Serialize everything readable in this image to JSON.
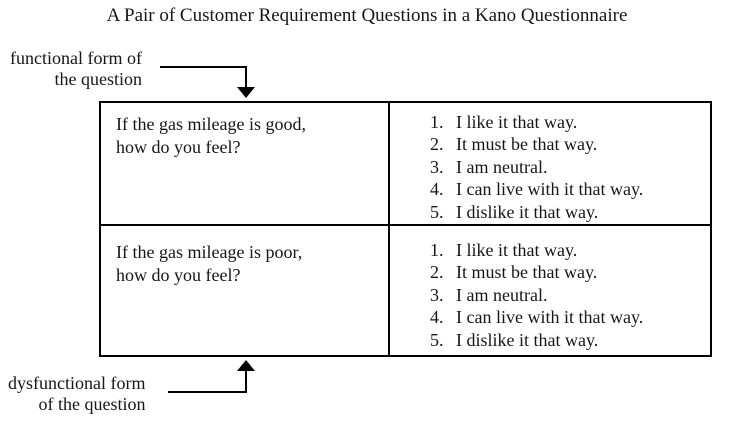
{
  "title": "A Pair of Customer Requirement Questions in a Kano Questionnaire",
  "annotations": {
    "functional": {
      "line1": "functional form of",
      "line2": "the question"
    },
    "dysfunctional": {
      "line1": "dysfunctional form",
      "line2": "of the question"
    }
  },
  "table": {
    "rows": [
      {
        "question_line1": "If the gas mileage is good,",
        "question_line2": "how do you feel?",
        "options": [
          {
            "num": "1.",
            "text": "I like it that way."
          },
          {
            "num": "2.",
            "text": "It must be that way."
          },
          {
            "num": "3.",
            "text": "I am neutral."
          },
          {
            "num": "4.",
            "text": "I can live with it that way."
          },
          {
            "num": "5.",
            "text": "I dislike it that way."
          }
        ]
      },
      {
        "question_line1": "If the gas mileage is poor,",
        "question_line2": "how do you feel?",
        "options": [
          {
            "num": "1.",
            "text": "I like it that way."
          },
          {
            "num": "2.",
            "text": "It must be that way."
          },
          {
            "num": "3.",
            "text": "I am neutral."
          },
          {
            "num": "4.",
            "text": "I can live with it that way."
          },
          {
            "num": "5.",
            "text": "I dislike it that way."
          }
        ]
      }
    ]
  }
}
